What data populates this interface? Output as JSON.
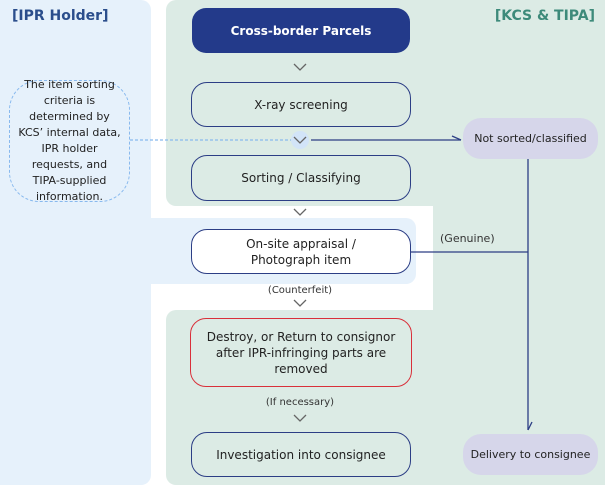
{
  "panels": {
    "ipr_holder": {
      "title": "[IPR Holder]",
      "color": "#2b4e8c"
    },
    "kcs_tipa": {
      "title": "[KCS & TIPA]",
      "color": "#3d8a7a"
    }
  },
  "note": {
    "text": "The item sorting criteria is determined by KCS’ internal data, IPR holder requests, and TIPA-supplied information."
  },
  "nodes": {
    "cross_border": "Cross-border Parcels",
    "xray": "X-ray screening",
    "sorting": "Sorting / Classifying",
    "appraisal": "On-site appraisal / Photograph item",
    "destroy": "Destroy, or Return to consignor after IPR-infringing parts are removed",
    "investigation": "Investigation into consignee",
    "not_sorted": "Not sorted/classified",
    "delivery": "Delivery to consignee"
  },
  "edge_labels": {
    "genuine": "(Genuine)",
    "counterfeit": "(Counterfeit)",
    "if_necessary": "(If necessary)"
  },
  "colors": {
    "dark_blue": "#233a8a",
    "outline_blue": "#2c3e85",
    "red": "#d9303a",
    "lavender": "#d6d6ea",
    "green_bg": "#dcebe5",
    "blue_bg": "#e6f1fb"
  }
}
